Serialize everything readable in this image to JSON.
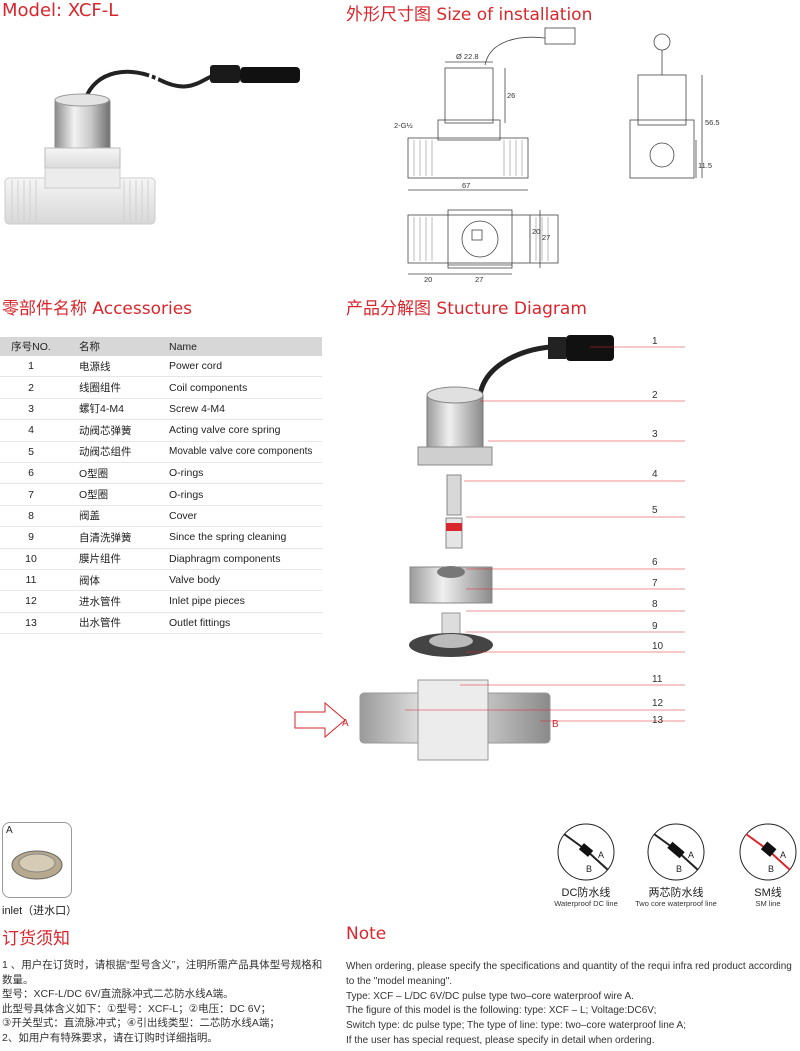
{
  "titles": {
    "model": "Model: XCF-L",
    "size": "外形尺寸图 Size of installation",
    "accessories": "零部件名称 Accessories",
    "structure": "产品分解图 Stucture Diagram",
    "order": "订货须知",
    "note": "Note"
  },
  "dimensions": {
    "d1": "Ø 22.8",
    "d2": "26",
    "d3": "2-G½",
    "d4": "67",
    "d5": "56.5",
    "d6": "11.5",
    "d7": "20",
    "d8": "27",
    "d9": "20",
    "d10": "27"
  },
  "accessories": {
    "headers": [
      "序号NO.",
      "名称",
      "Name"
    ],
    "rows": [
      [
        "1",
        "电源线",
        "Power cord"
      ],
      [
        "2",
        "线圈组件",
        "Coil components"
      ],
      [
        "3",
        "螺钉4-M4",
        "Screw 4-M4"
      ],
      [
        "4",
        "动阀芯弹簧",
        "Acting valve core spring"
      ],
      [
        "5",
        "动阀芯组件",
        "Movable valve core components"
      ],
      [
        "6",
        "O型圈",
        "O-rings"
      ],
      [
        "7",
        "O型圈",
        "O-rings"
      ],
      [
        "8",
        "阀盖",
        "Cover"
      ],
      [
        "9",
        "自清洗弹簧",
        "Since the spring cleaning"
      ],
      [
        "10",
        "膜片组件",
        "Diaphragm components"
      ],
      [
        "11",
        "阀体",
        "Valve body"
      ],
      [
        "12",
        "进水管件",
        "Inlet pipe pieces"
      ],
      [
        "13",
        "出水管件",
        "Outlet fittings"
      ]
    ]
  },
  "diagram": {
    "labels": [
      "1",
      "2",
      "3",
      "4",
      "5",
      "6",
      "7",
      "8",
      "9",
      "10",
      "11",
      "12",
      "13"
    ],
    "port_a": "A",
    "port_b": "B"
  },
  "inlet": {
    "tag": "A",
    "caption": "inlet（进水口）"
  },
  "wires": [
    {
      "name": "DC防水线",
      "sub": "Waterproof DC line",
      "a": "A",
      "b": "B"
    },
    {
      "name": "两芯防水线",
      "sub": "Two core waterproof line",
      "a": "A",
      "b": "B"
    },
    {
      "name": "SM线",
      "sub": "SM line",
      "a": "A",
      "b": "B"
    }
  ],
  "order_cn": [
    "1 、用户在订货时，请根据“型号含义”，注明所需产品具体型号规格和数量。",
    "型号：XCF-L/DC 6V/直流脉冲式二芯防水线A端。",
    "此型号具体含义如下：①型号：XCF-L；②电压：DC 6V；",
    "③开关型式：直流脉冲式；④引出线类型：二芯防水线A端；",
    "2、如用户有特殊要求，请在订购时详细指明。"
  ],
  "note_en": [
    "When ordering, please specify the specifications and quantity of the requi infra red product according to the \"model meaning\".",
    "Type: XCF – L/DC 6V/DC pulse type two–core waterproof wire A.",
    "The figure of this model is the following: type: XCF – L; Voltage:DC6V;",
    "Switch type: dc pulse type; The type of line: type: two–core waterproof line A;",
    "If the user has special request, please specify in detail when ordering."
  ]
}
